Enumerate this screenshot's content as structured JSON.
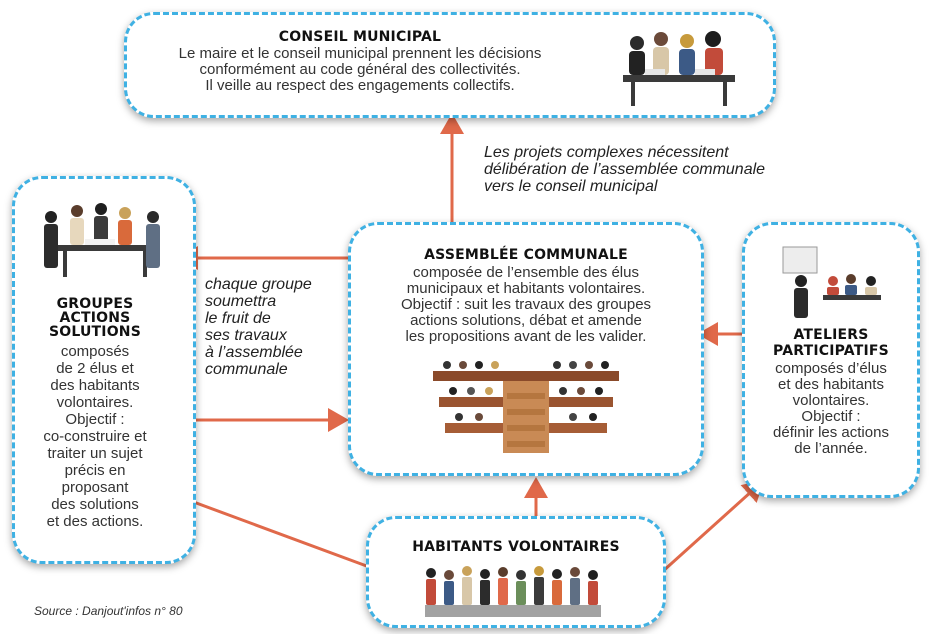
{
  "conseil": {
    "title": "CONSEIL MUNICIPAL",
    "line1": "Le maire et le conseil municipal prennent les décisions",
    "line2": "conformément au code général des collectivités.",
    "line3": "Il veille au respect des engagements collectifs."
  },
  "note_projets": {
    "line1": "Les projets complexes nécessitent",
    "line2": "délibération de l’assemblée communale",
    "line3": "vers le conseil municipal"
  },
  "groupes": {
    "title1": "GROUPES",
    "title2": "ACTIONS",
    "title3": "SOLUTIONS",
    "lines": [
      "composés",
      "de 2 élus et",
      "des habitants",
      "volontaires.",
      "Objectif :",
      "co-construire et",
      "traiter un sujet",
      "précis en",
      "proposant",
      "des solutions",
      "et des actions."
    ]
  },
  "note_groupe": {
    "lines": [
      "chaque groupe",
      "soumettra",
      "le fruit de",
      "ses travaux",
      "à l’assemblée",
      "communale"
    ]
  },
  "assemblee": {
    "title": "ASSEMBLÉE COMMUNALE",
    "lines": [
      "composée de l’ensemble des élus",
      "municipaux et habitants volontaires.",
      "Objectif : suit les travaux des groupes",
      "actions solutions, débat et amende",
      "les propositions avant de les valider."
    ]
  },
  "ateliers": {
    "title1": "ATELIERS",
    "title2": "PARTICIPATIFS",
    "lines": [
      "composés d’élus",
      "et des habitants",
      "volontaires.",
      "Objectif :",
      "définir les actions",
      "de l’année."
    ]
  },
  "habitants": {
    "title": "HABITANTS VOLONTAIRES"
  },
  "source": "Source : Danjout'infos n° 80",
  "colors": {
    "border": "#3fb1e3",
    "arrow": "#e0694a",
    "text": "#2a2a2a"
  }
}
